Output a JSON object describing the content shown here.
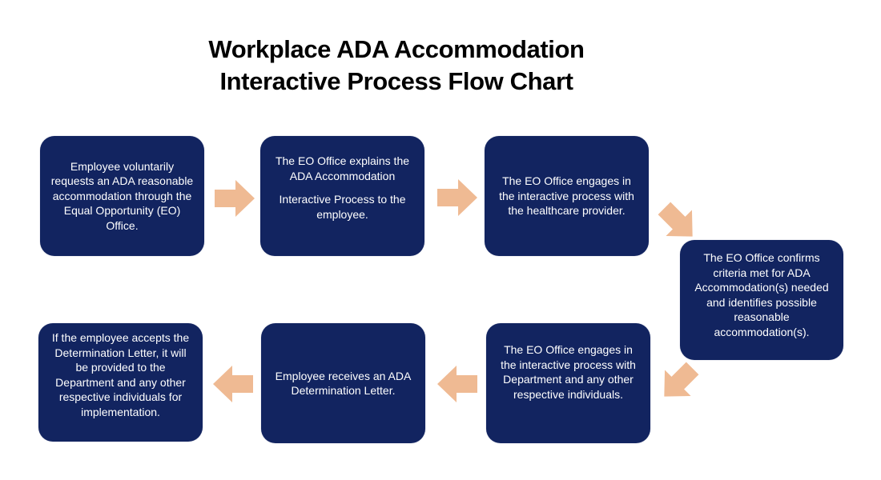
{
  "title": {
    "line1": "Workplace ADA Accommodation",
    "line2": "Interactive Process Flow Chart"
  },
  "colors": {
    "background": "#ffffff",
    "title_text": "#000000",
    "box_fill": "#122460",
    "box_text": "#ffffff",
    "arrow_fill": "#efba93"
  },
  "steps": [
    {
      "id": 1,
      "paragraphs": [
        "Employee voluntarily requests an ADA reasonable accommodation through the Equal Opportunity (EO) Office."
      ]
    },
    {
      "id": 2,
      "paragraphs": [
        "The EO Office explains the ADA Accommodation",
        "Interactive Process to the employee."
      ]
    },
    {
      "id": 3,
      "paragraphs": [
        "The EO Office engages in the interactive process with the healthcare provider."
      ]
    },
    {
      "id": 4,
      "paragraphs": [
        "The EO Office confirms criteria met for ADA Accommodation(s) needed and identifies possible reasonable accommodation(s)."
      ]
    },
    {
      "id": 5,
      "paragraphs": [
        "The EO Office engages in the interactive process with Department and any other respective individuals."
      ]
    },
    {
      "id": 6,
      "paragraphs": [
        "Employee receives an ADA Determination Letter."
      ]
    },
    {
      "id": 7,
      "paragraphs": [
        "If the employee accepts the Determination Letter, it will be provided to the Department and any other respective individuals for implementation."
      ]
    }
  ],
  "connections": [
    {
      "from": 1,
      "to": 2,
      "direction": "right"
    },
    {
      "from": 2,
      "to": 3,
      "direction": "right"
    },
    {
      "from": 3,
      "to": 4,
      "direction": "down-right"
    },
    {
      "from": 4,
      "to": 5,
      "direction": "down-left"
    },
    {
      "from": 5,
      "to": 6,
      "direction": "left"
    },
    {
      "from": 6,
      "to": 7,
      "direction": "left"
    }
  ]
}
